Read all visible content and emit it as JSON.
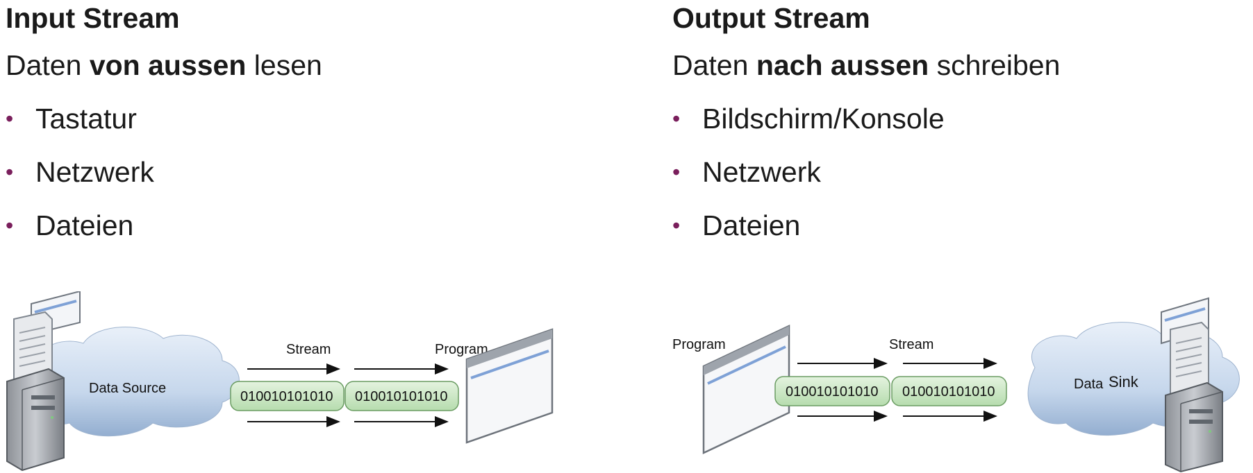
{
  "input": {
    "title": "Input Stream",
    "subtitle": {
      "pre": "Daten ",
      "bold": "von aussen",
      "post": " lesen"
    },
    "items": [
      "Tastatur",
      "Netzwerk",
      "Dateien"
    ],
    "diagram": {
      "source_label": "Data Source",
      "stream_label": "Stream",
      "program_label": "Program",
      "packet_1": "010010101010",
      "packet_2": "010010101010"
    }
  },
  "output": {
    "title": "Output Stream",
    "subtitle": {
      "pre": "Daten ",
      "bold": "nach aussen",
      "post": " schreiben"
    },
    "items": [
      "Bildschirm/Konsole",
      "Netzwerk",
      "Dateien"
    ],
    "diagram": {
      "program_label": "Program",
      "stream_label": "Stream",
      "sink_label_1": "Data",
      "sink_label_2": "Sink",
      "packet_1": "010010101010",
      "packet_2": "010010101010"
    }
  },
  "bullet_color": "#7a1f5c",
  "packet_color": "#cfe8c9"
}
